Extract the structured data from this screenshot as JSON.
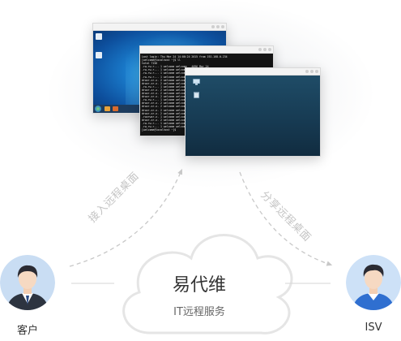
{
  "cloud": {
    "title": "易代维",
    "subtitle": "IT远程服务"
  },
  "arrows": {
    "left_label": "接入远程桌面",
    "right_label": "分享远程桌面"
  },
  "customer": {
    "label": "客户"
  },
  "isv": {
    "label": "ISV"
  },
  "terminal": {
    "lines": [
      "Last login: Thu Mar 24 14:00:24 2015 from 192.168.0.234",
      "[welcome@localhost ~]$ ll",
      "total 7156",
      "-rw-rw-r--. 1 welcome welcome   4096 Mar 24",
      "-rw-rw-r--. 1 welcome welcome   2048 Mar 24",
      "-rw-rw-r--. 1 welcome welcome   4096 Mar 24",
      "-rw-rw-r--. 1 welcome welcome   1024 Mar 24",
      "drwxr-xr-x. 2 welcome welcome   4096 Mar 24",
      "drwxr-xr-x. 2 welcome welcome   4096 Mar 24",
      "-rw-rw-r--. 1 welcome welcome   6144 Mar 24",
      "drwxr-xr-x. 2 welcome welcome   4096 Mar 24",
      "drwxr-xr-x. 2 welcome welcome   4096 Mar 24",
      "drwxr-xr-x. 2 welcome welcome   4096 Mar 24",
      "-rw-rw-r--. 1 welcome welcome   2048 Mar 24",
      "drwxr-xr-x. 2 welcome welcome   4096 Mar 24",
      "drwxr-xr-x. 2 welcome welcome   4096 Mar 24",
      "drwxr-xr-x. 2 welcome welcome   4096 Mar 24",
      "drwxr-xr-x. 2 welcome welcome   4096 Mar 24",
      "-rwxrwxr-x. 1 welcome welcome   1024 Mar 24",
      "drwxr-xr-x. 2 welcome welcome   4096 Mar 24",
      "-rw-rw-r--. 1 welcome welcome   2048 Mar 24",
      "-rw-rw-r--. 1 welcome welcome   4096 Mar 24",
      "[welcome@localhost ~]$ "
    ]
  },
  "icons": {
    "customer_avatar": "male-user-avatar-icon",
    "isv_avatar": "male-user-avatar-icon",
    "cloud": "cloud-icon"
  },
  "colors": {
    "arrow": "#c8c8c8",
    "cloud_stroke": "#e5e5e5",
    "avatar_bg": "#c9ddf3",
    "isv_avatar_bg": "#cde1f7"
  }
}
